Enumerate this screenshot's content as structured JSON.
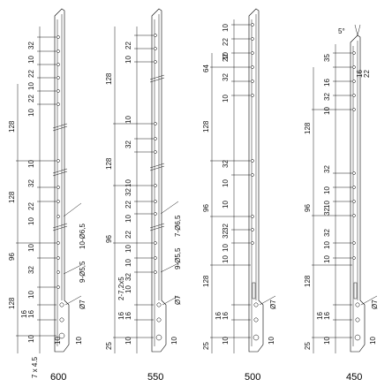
{
  "columns": [
    {
      "id": "600",
      "length_label": "600",
      "dims_left": [
        "32",
        "10",
        "22",
        "10",
        "22",
        "10",
        "128",
        "10",
        "128",
        "32",
        "22",
        "10",
        "96",
        "10",
        "32",
        "10",
        "128",
        "16",
        "16",
        "10",
        "7 x 4.5"
      ],
      "dims_right": [
        "10",
        "10"
      ],
      "callouts": [
        "10-Ø6,5",
        "9-Ø5,5",
        "Ø7"
      ]
    },
    {
      "id": "550",
      "length_label": "550",
      "dims_left": [
        "22",
        "10",
        "128",
        "10",
        "32",
        "128",
        "32",
        "10",
        "22",
        "10",
        "96",
        "10",
        "22",
        "10",
        "32",
        "10",
        "2-7,2x5",
        "16",
        "16",
        "10",
        "25"
      ],
      "dims_right": [
        "10"
      ],
      "callouts": [
        "7-Ø6,5",
        "9-Ø5,5",
        "Ø7"
      ]
    },
    {
      "id": "500",
      "length_label": "500",
      "dims_left": [
        "10",
        "22",
        "32",
        "10",
        "22",
        "64",
        "10",
        "32",
        "128",
        "10",
        "32",
        "10",
        "96",
        "10",
        "32",
        "10",
        "128",
        "16",
        "16",
        "10",
        "25"
      ],
      "dims_right": [
        "10"
      ],
      "callouts": [
        "Ø7"
      ]
    },
    {
      "id": "450",
      "length_label": "450",
      "dims_left": [
        "35",
        "16",
        "22",
        "16",
        "32",
        "10",
        "128",
        "32",
        "10",
        "32",
        "10",
        "96",
        "10",
        "32",
        "10",
        "128",
        "16",
        "16",
        "10",
        "25"
      ],
      "dims_right": [
        "10"
      ],
      "callouts": [
        "5°",
        "Ø7"
      ]
    }
  ]
}
